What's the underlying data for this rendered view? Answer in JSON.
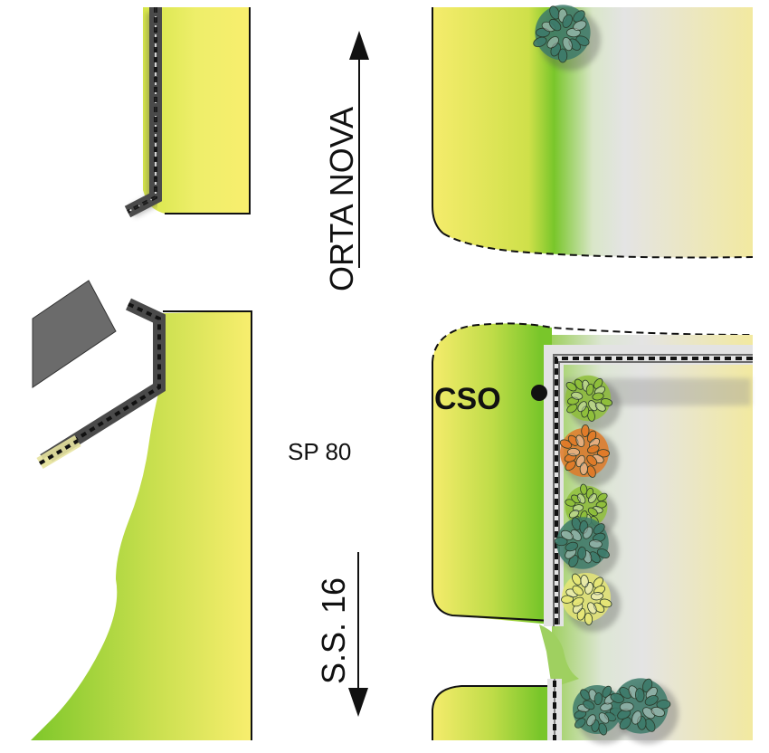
{
  "labels": {
    "road_north": "ORTA NOVA",
    "road_south": "S.S. 16",
    "road_name": "SP 80",
    "point_label": "CSO"
  },
  "colors": {
    "field_yellow": "#f7ee6c",
    "field_green": "#7ec72a",
    "road_grey": "#e3e3e3",
    "wall_dark": "#4a4a4a",
    "building": "#6b6b6b",
    "tree_teal": "#3d7a6a",
    "tree_green": "#8fbf3a",
    "tree_orange": "#e07a28",
    "tree_yellow": "#e6e676"
  },
  "icons": {
    "north_arrow": "arrow-up-icon",
    "south_arrow": "arrow-down-icon",
    "point_marker": "dot-marker-icon",
    "trees": "tree-icon",
    "building": "building-icon"
  }
}
